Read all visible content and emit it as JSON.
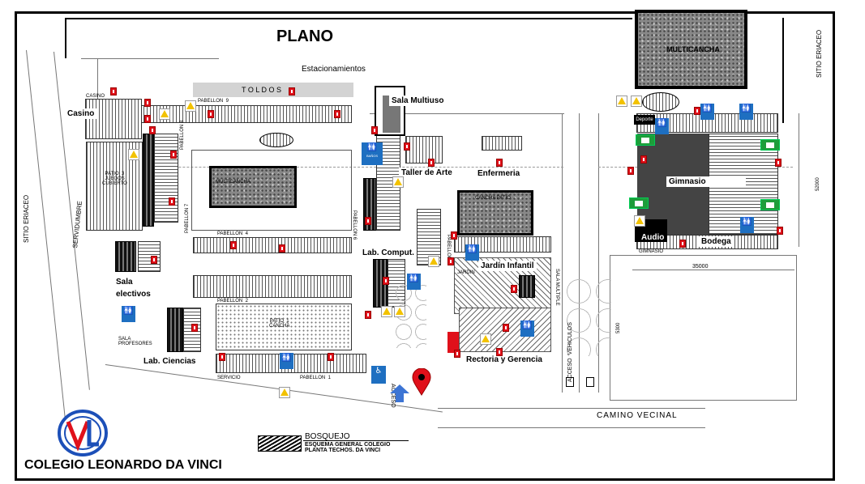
{
  "title": "PLANO",
  "school_name": "COLEGIO LEONARDO DA VINCI",
  "logo_letters": "LV",
  "logo_colors": {
    "ring": "#1c4fb8",
    "letter": "#e0101a"
  },
  "colors": {
    "frame": "#000000",
    "extinguisher": "#e0101a",
    "warning": "#f2c200",
    "restroom": "#1e6fc1",
    "exit": "#1e9d3a",
    "map_pin": "#e0101a",
    "access_arrow": "#3c74d4"
  },
  "areas": {
    "estacionamientos": "Estacionamientos",
    "multicancha": "MULTICANCHA",
    "sala_multiuso": "Sala Multiuso",
    "casino": "Casino",
    "taller_arte": "Taller de Arte",
    "enfermeria": "Enfermeria",
    "gimnasio": "Gimnasio",
    "audio": "Audio",
    "bodega": "Bodega",
    "lab_comput": "Lab. Comput.",
    "jardin_infantil": "Jardín Infantil",
    "sala_electivos": "Sala electivos",
    "lab_ciencias": "Lab.  Ciencias",
    "rectoria": "Rectoria y Gerencia"
  },
  "drawing_text": {
    "toldos": "T O L D O S",
    "pabellon_9": "PABELLON  9",
    "pabellon_8": "PABELLON 8",
    "pabellon_7": "PABELLON 7",
    "pabellon_6": "PABELLON 6",
    "pabellon_5": "PABELLON 5",
    "pabellon_4": "PABELLON  4",
    "pabellon_2": "PABELLON  2",
    "pabellon_1": "PABELLON  1",
    "casino_small": "CASINO",
    "patio3": "PATIO  3\nJUEGOS\nCUBIERTO",
    "multicancha_small": "MULTICANCHA",
    "cancha_small": "CANCHA PATIO",
    "patio1": "PATIO  1\nCANCHA",
    "sala_profesores": "SALA\nPROFESORES",
    "servicio": "SERVICIO",
    "jardin_small": "JARDIN",
    "sala_multiple": "SALA MULTIPLE",
    "acceso": "ACCESO",
    "acceso_vehiculos": "ACCESO  VEHICULOS",
    "camino_vecinal": "CAMINO   VECINAL",
    "gimnasio_small": "GIMNASIO",
    "dim_35000": "35000",
    "dim_5300": "5300",
    "dim_52000": "52000",
    "sitio_eriaceo_right": "SITIO ERIACEO",
    "sitio_eriaceo_left": "SITIO ERIACEO",
    "servidumbre": "SERVIDUMBRE",
    "banos": "BAÑOS",
    "deporte": "Deporte",
    "bosquejo": "BOSQUEJO",
    "esquema": "ESQUEMA GENERAL COLEGIO\nPLANTA TECHOS. DA VINCI"
  }
}
